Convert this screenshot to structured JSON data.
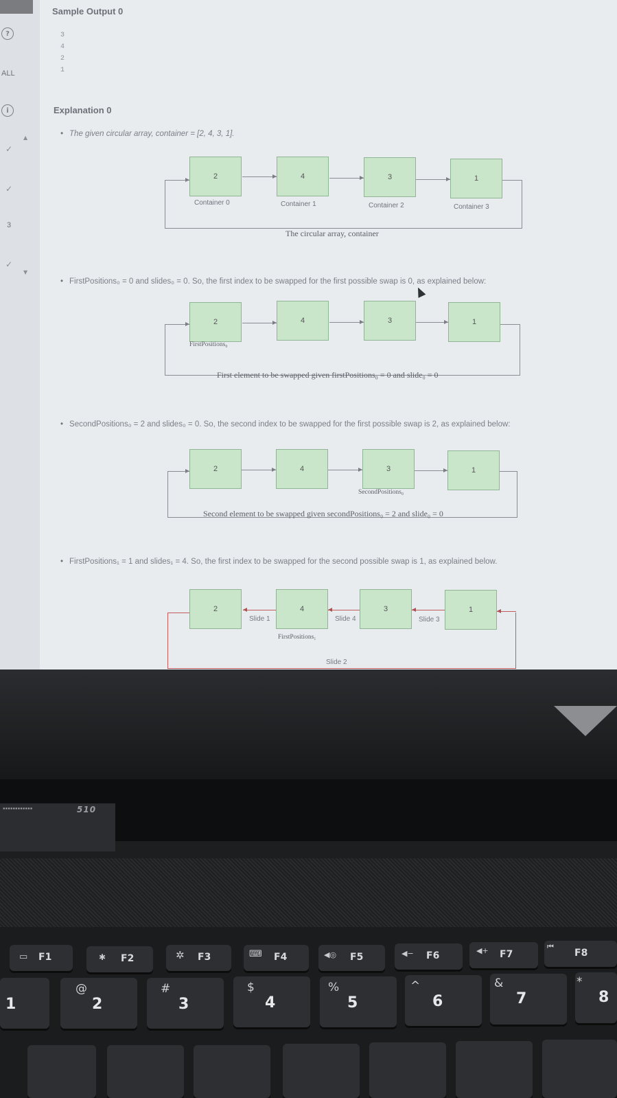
{
  "sidebar": {
    "all_label": "ALL",
    "row_number": "3"
  },
  "sample_output": {
    "title": "Sample Output 0",
    "lines": [
      "3",
      "4",
      "2",
      "1"
    ]
  },
  "explanation": {
    "title": "Explanation 0",
    "bullet1": "The given circular array, container = [2, 4, 3, 1].",
    "diagram1": {
      "values": [
        "2",
        "4",
        "3",
        "1"
      ],
      "labels": [
        "Container 0",
        "Container 1",
        "Container 2",
        "Container 3"
      ],
      "caption": "The circular array, container"
    },
    "bullet2": "FirstPositions₀ = 0 and slides₀ = 0. So, the first index to be swapped for the first possible swap is 0, as explained below:",
    "diagram2": {
      "values": [
        "2",
        "4",
        "3",
        "1"
      ],
      "marker": "FirstPositions₀",
      "caption": "First element to be swapped given firstPositions₀ = 0 and slide₀ = 0"
    },
    "bullet3": "SecondPositions₀ = 2 and slides₀ = 0. So, the second index to be swapped for the first possible swap is 2, as explained below:",
    "diagram3": {
      "values": [
        "2",
        "4",
        "3",
        "1"
      ],
      "marker": "SecondPositions₀",
      "caption": "Second element to be swapped given secondPositions₀ = 2 and slide₀ = 0"
    },
    "bullet4": "FirstPositions₁ = 1 and slides₁ = 4. So, the first index to be swapped for the second possible swap is 1, as explained below.",
    "diagram4": {
      "values": [
        "2",
        "4",
        "3",
        "1"
      ],
      "slides": [
        "Slide 1",
        "Slide 4",
        "Slide 3",
        "Slide 2"
      ],
      "marker": "FirstPositions₁"
    }
  },
  "laptop": {
    "model": "510",
    "fn_keys": [
      "F1",
      "F2",
      "F3",
      "F4",
      "F5",
      "F6",
      "F7",
      "F8"
    ],
    "fn_syms": [
      "",
      "✱",
      "✲",
      "",
      "◀◎",
      "◀−",
      "◀+",
      "⏮"
    ],
    "num_keys": [
      {
        "main": "1",
        "top": ""
      },
      {
        "main": "2",
        "top": "@"
      },
      {
        "main": "3",
        "top": "#"
      },
      {
        "main": "4",
        "top": "$"
      },
      {
        "main": "5",
        "top": "%"
      },
      {
        "main": "6",
        "top": "^"
      },
      {
        "main": "7",
        "top": "&"
      },
      {
        "main": "8",
        "top": "*"
      }
    ]
  }
}
